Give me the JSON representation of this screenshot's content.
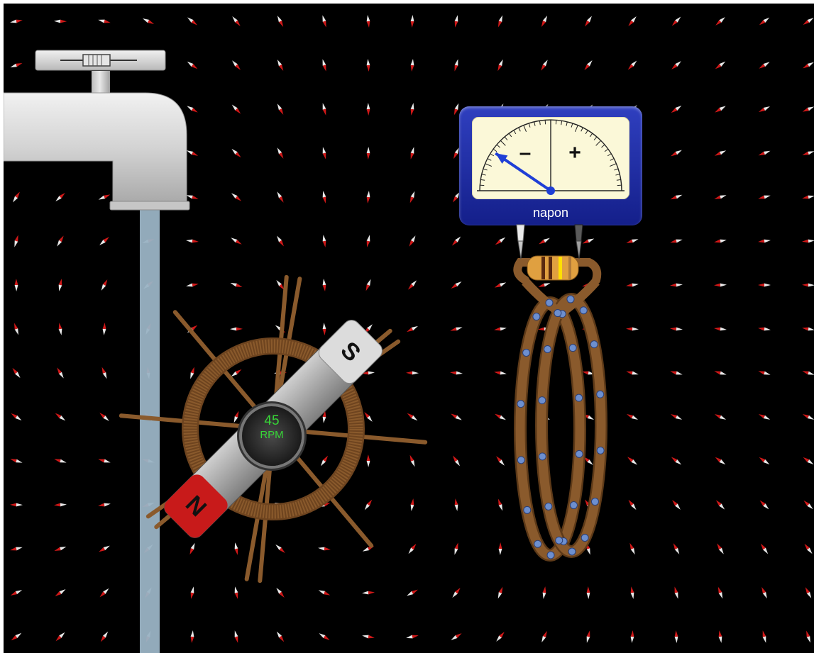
{
  "meter": {
    "label": "napon",
    "minus": "–",
    "plus": "+",
    "needle_value": -0.62
  },
  "rpm": {
    "value": "45",
    "unit": "RPM"
  },
  "magnet": {
    "north": "N",
    "south": "S"
  },
  "colors": {
    "background": "#000000",
    "meter_frame": "#1a2a9e",
    "meter_face": "#fbf8d8",
    "needle": "#1f3fd6",
    "wheel": "#8a5a2c",
    "coil": "#8a5a2c",
    "electron": "#6d8fcf",
    "water": "#9ab3c4",
    "faucet": "#d6d6d6",
    "magnet_north": "#c81a1a",
    "magnet_body": "#a3a3a3",
    "magnet_south": "#dcdcdc",
    "rpm_text": "#37d537",
    "compass_north": "#d01818",
    "compass_south": "#e8e8e8"
  }
}
